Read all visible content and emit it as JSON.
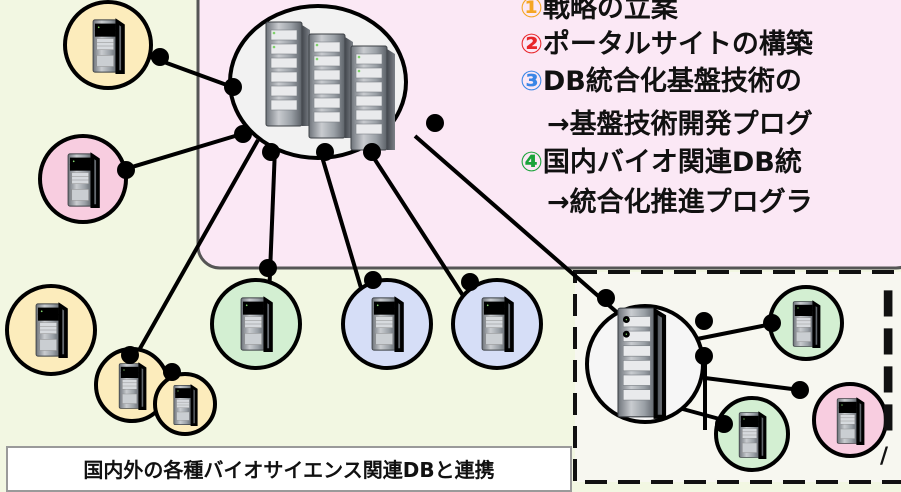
{
  "colors": {
    "background": "#f2f7e2",
    "panel_fill": "#fbe8f5",
    "panel_border": "#555555",
    "node_yellow": "#fcecbc",
    "node_pink": "#f8cde0",
    "node_green": "#d3efd2",
    "node_blue": "#d6def7",
    "marker1": "#f5a623",
    "marker2": "#e8262a",
    "marker3": "#3a86e6",
    "marker4": "#1aa33a"
  },
  "icons": [
    "server-tower-icon",
    "server-rack-icon"
  ],
  "panel": {
    "items": [
      {
        "num": "①",
        "text": "戦略の立案",
        "color": "#f5a623"
      },
      {
        "num": "②",
        "text": "ポータルサイトの構築",
        "color": "#e8262a"
      },
      {
        "num": "③",
        "text": "DB統合化基盤技術の",
        "color": "#3a86e6"
      },
      {
        "num": "",
        "text": "→基盤技術開発プログ",
        "color": ""
      },
      {
        "num": "④",
        "text": "国内バイオ関連DB統",
        "color": "#1aa33a"
      },
      {
        "num": "",
        "text": "→統合化推進プログラ",
        "color": ""
      }
    ]
  },
  "caption": "国内外の各種バイオサイエンス関連DBと連携",
  "right_edge_glyphs": [
    "▌",
    "▌",
    "▌",
    "▌",
    "/"
  ]
}
